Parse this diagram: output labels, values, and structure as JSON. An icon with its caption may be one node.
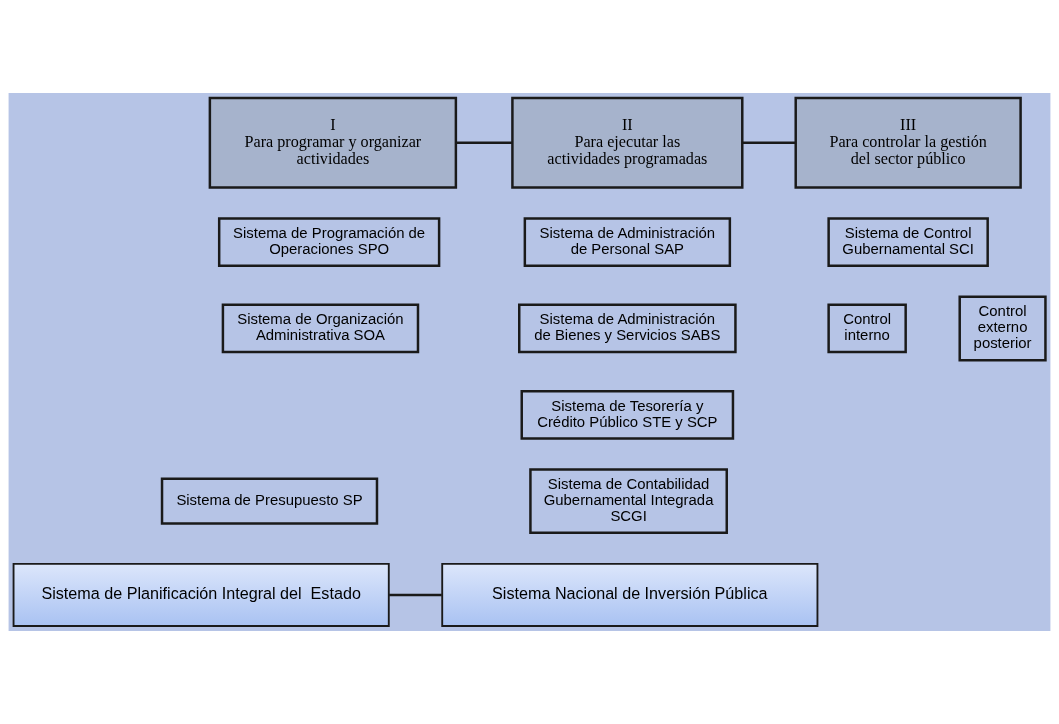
{
  "diagram": {
    "nodes": [
      {
        "text": [
          "I",
          "Para programar y organizar actividades"
        ]
      },
      {
        "text": [
          "II",
          "Para ejecutar las actividades programadas"
        ]
      },
      {
        "text": [
          "III",
          "Para controlar la gestión del sector público"
        ]
      },
      {
        "text": [
          "Sistema de Programación de Operaciones SPO"
        ]
      },
      {
        "text": [
          "Sistema de Organización Administrativa SOA"
        ]
      },
      {
        "text": [
          "Sistema de Presupuesto SP"
        ]
      },
      {
        "text": [
          "Sistema de Administración de Personal SAP"
        ]
      },
      {
        "text": [
          "Sistema de Administración de Bienes y Servicios SABS"
        ]
      },
      {
        "text": [
          "Sistema de Tesorería y Crédito Público STE y SCP"
        ]
      },
      {
        "text": [
          "Sistema de Contabilidad Gubernamental Integrada SCGI"
        ]
      },
      {
        "text": [
          "Sistema de Control Gubernamental SCI"
        ]
      },
      {
        "text": [
          "Control interno"
        ]
      },
      {
        "text": [
          "Control externo posterior"
        ]
      },
      {
        "text": [
          "Sistema de Planificación Integral del  Estado"
        ]
      },
      {
        "text": [
          "Sistema Nacional de Inversión Pública"
        ]
      }
    ],
    "edges": [
      {
        "from": 0,
        "to": 1,
        "arrow": "none"
      },
      {
        "from": 1,
        "to": 2,
        "arrow": "none"
      },
      {
        "from": 13,
        "to": 14,
        "arrow": "none"
      }
    ]
  }
}
